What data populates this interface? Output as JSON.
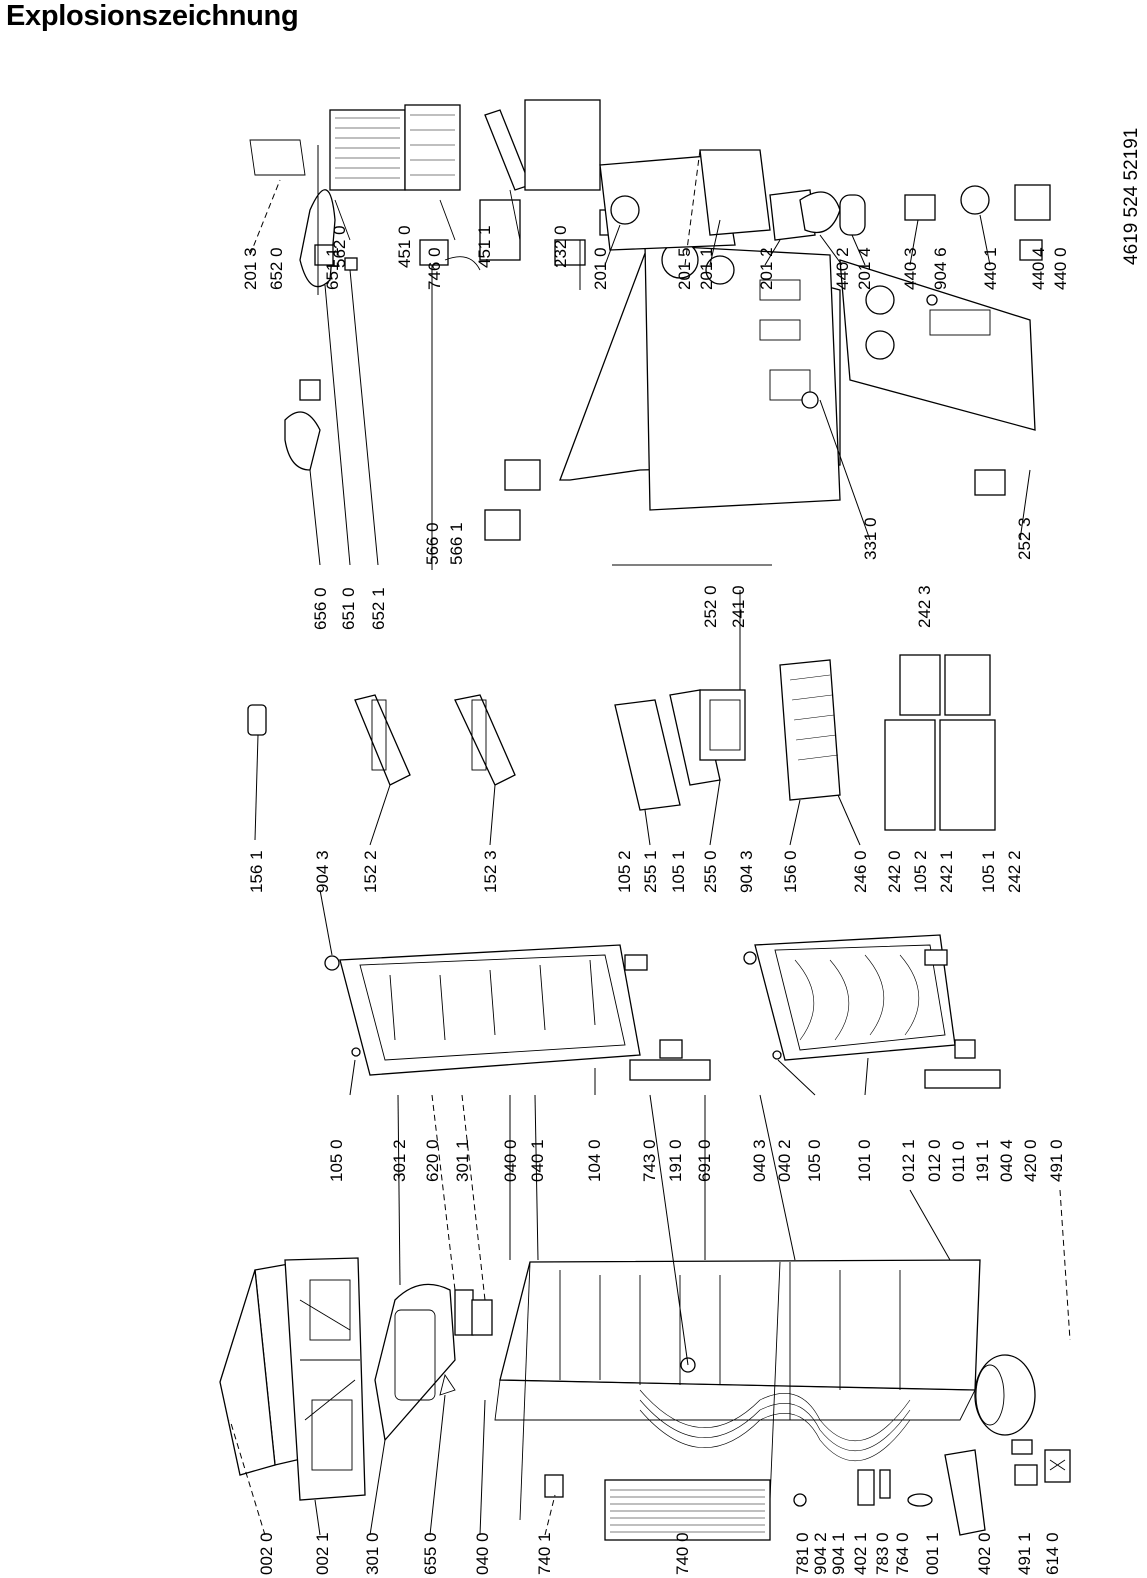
{
  "title": "Explosionszeichnung",
  "document_number": "4619 524 52191",
  "column_1_labels": [
    "002 0",
    "002 1",
    "301 0",
    "655 0",
    "040 0",
    "740 1",
    "740 0",
    "781 0",
    "904 2",
    "904 1",
    "402 1",
    "783 0",
    "764 0",
    "001 1",
    "402 0",
    "491 1",
    "614 0"
  ],
  "column_2_labels": [
    "105 0",
    "301 2",
    "620 0",
    "301 1",
    "040 0",
    "040 1",
    "104 0",
    "743 0",
    "191 0",
    "691 0",
    "040 3",
    "040 2",
    "105 0",
    "101 0",
    "012 1",
    "012 0",
    "011 0",
    "191 1",
    "040 4",
    "420 0",
    "491 0"
  ],
  "column_3_labels": [
    "156 1",
    "904 3",
    "152 2",
    "152 3",
    "105 2",
    "255 1",
    "105 1",
    "255 0",
    "904 3",
    "156 0",
    "246 0",
    "242 0",
    "105 2",
    "242 1",
    "105 1",
    "242 2"
  ],
  "column_4_labels": [
    "656 0",
    "651 0",
    "652 1",
    "566 0",
    "566 1",
    "252 0",
    "241 0",
    "331 0",
    "242 3",
    "252 3"
  ],
  "column_5_labels": [
    "201 3",
    "652 0",
    "651 1",
    "746 0",
    "201 0",
    "201 5",
    "201 1",
    "201 2",
    "440 2",
    "201 4",
    "440 3",
    "904 6",
    "440 1",
    "440 4",
    "440 0"
  ],
  "column_6_labels": [
    "562 0",
    "451 0",
    "451 1",
    "232 0"
  ]
}
